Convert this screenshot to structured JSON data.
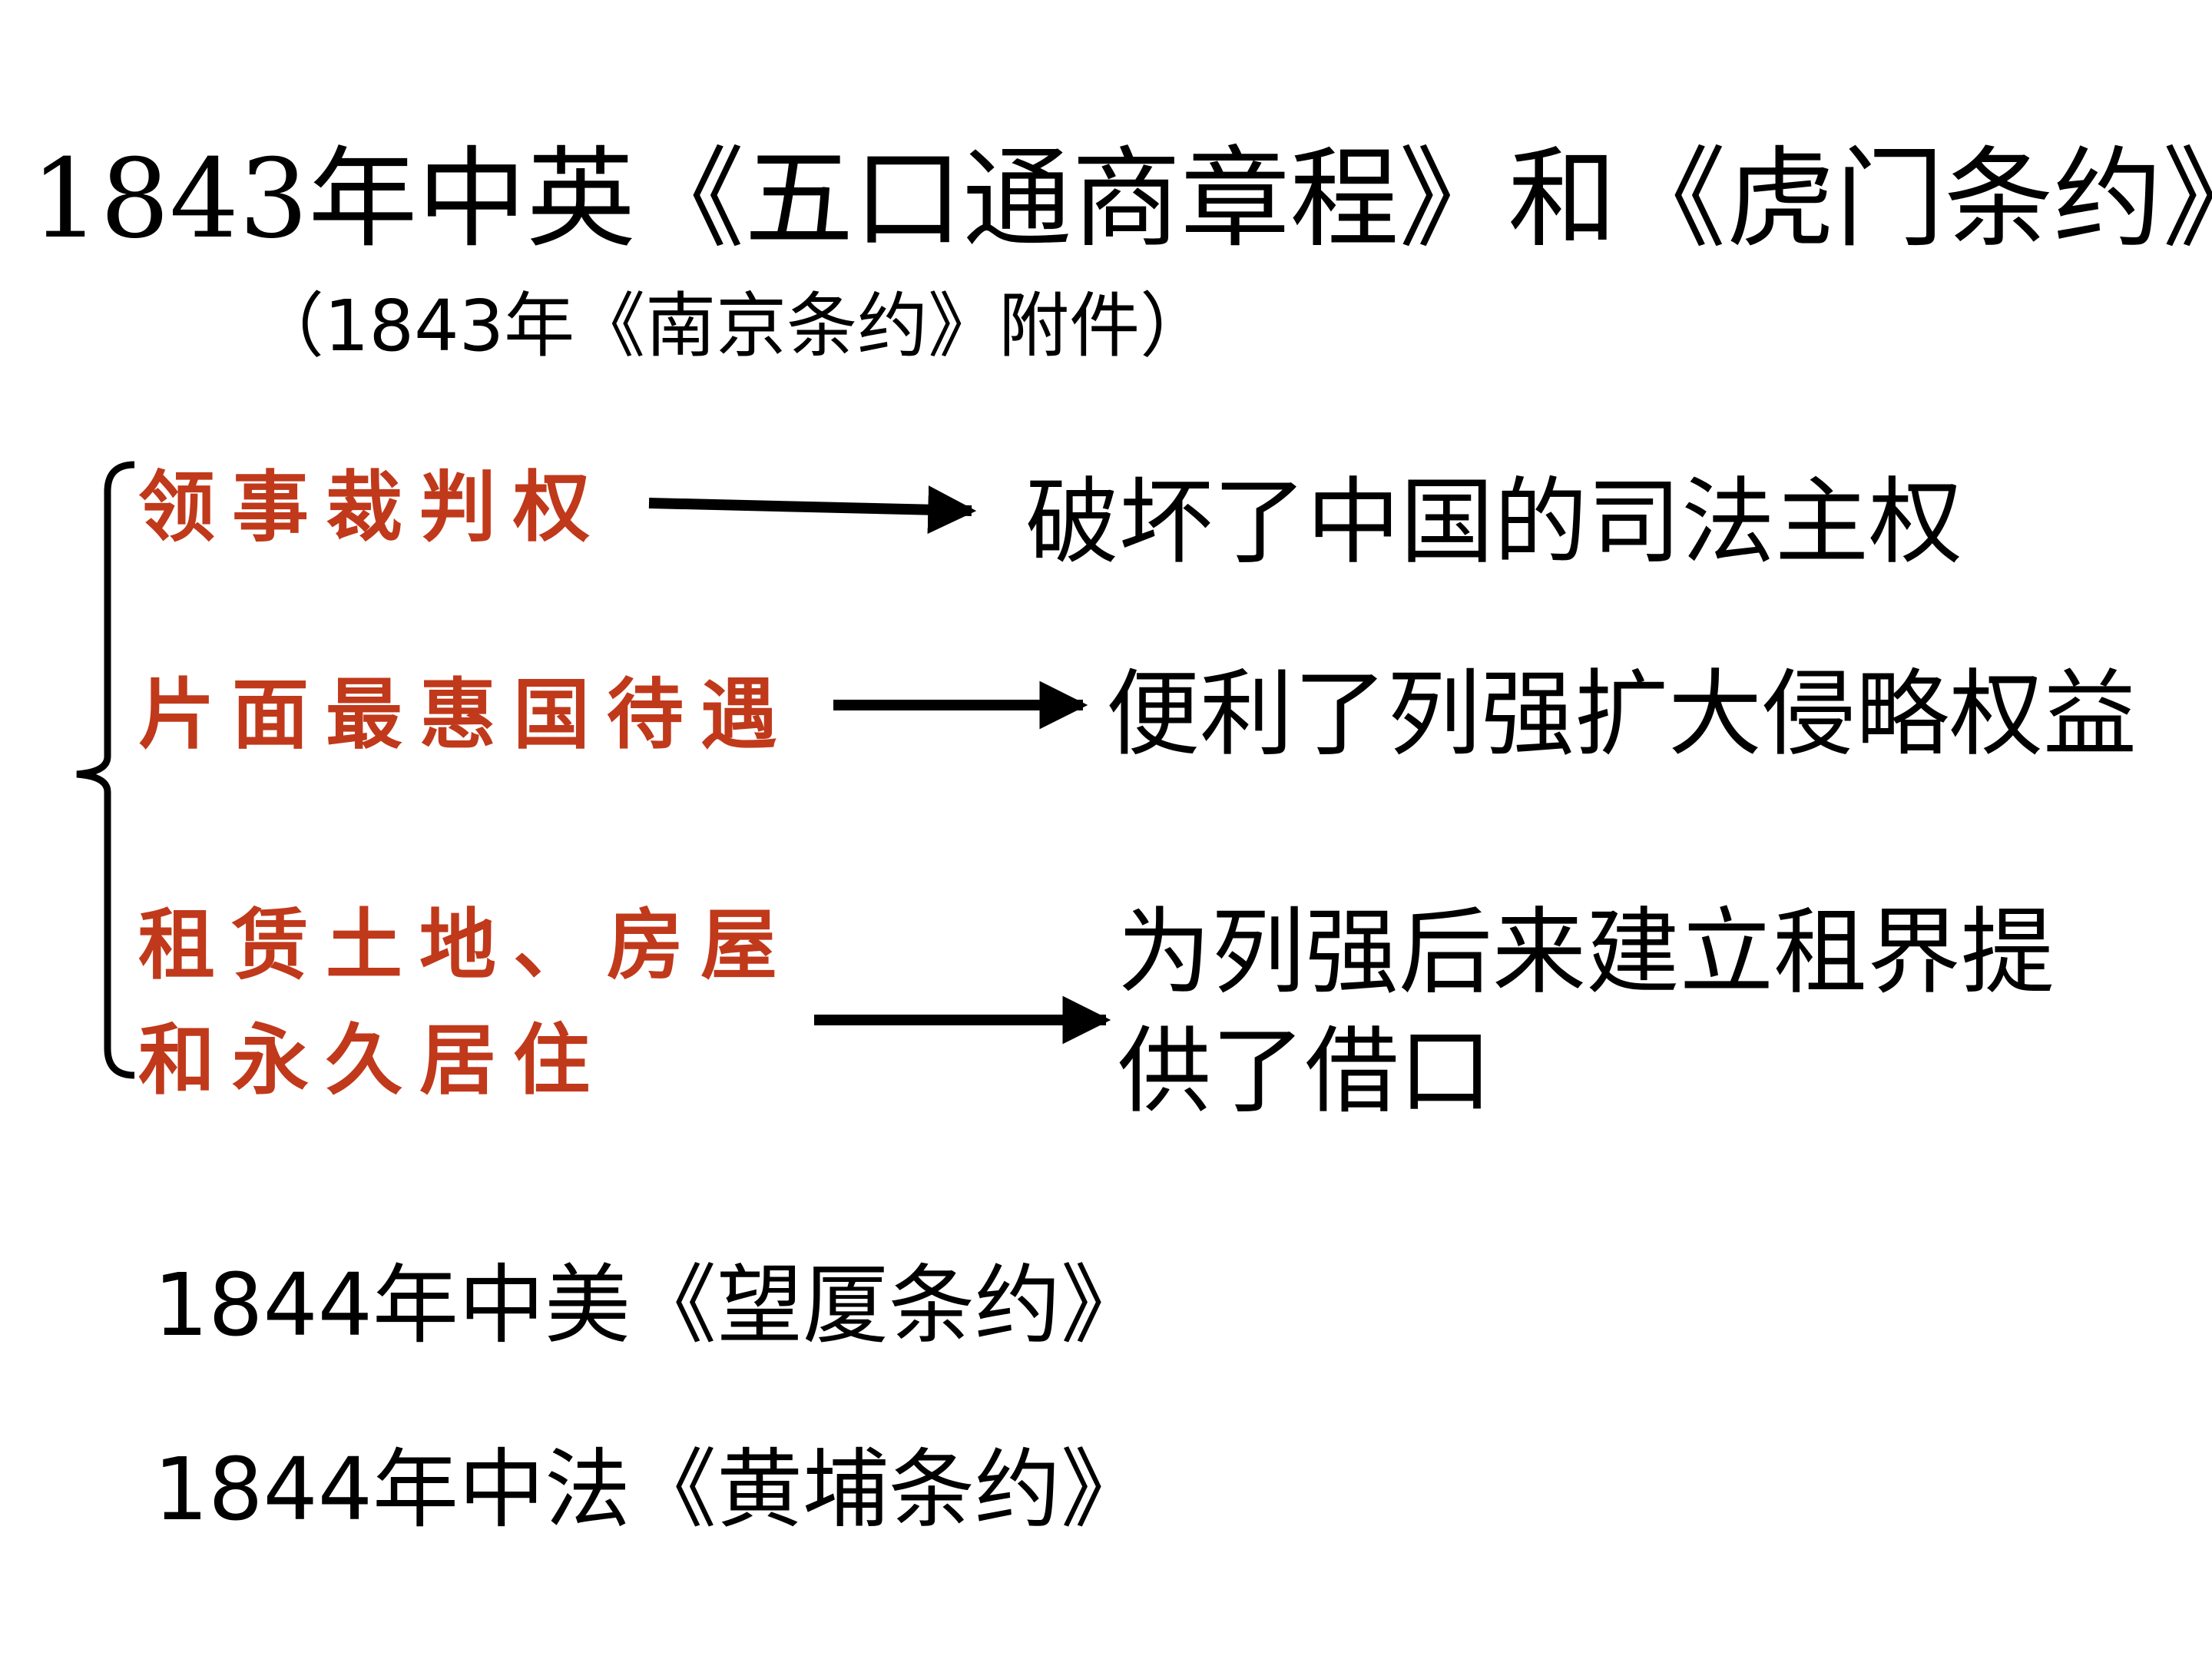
{
  "title": "1843年中英《五口通商章程》和《虎门条约》",
  "subtitle": "（1843年《南京条约》附件）",
  "clauses": [
    {
      "lines": [
        "领事裁判权"
      ],
      "effect_lines": [
        "破坏了中国的司法主权"
      ]
    },
    {
      "lines": [
        "片面最惠国待遇"
      ],
      "effect_lines": [
        "便利了列强扩大侵略权益"
      ]
    },
    {
      "lines": [
        "租赁土地、房屋",
        "和永久居住"
      ],
      "effect_lines": [
        "为列强后来建立租界提",
        "供了借口"
      ]
    }
  ],
  "later_treaties": [
    "1844年中美《望厦条约》",
    "1844年中法《黄埔条约》"
  ],
  "colors": {
    "clause_text": "#c0391b",
    "text": "#000000",
    "background": "#ffffff"
  }
}
